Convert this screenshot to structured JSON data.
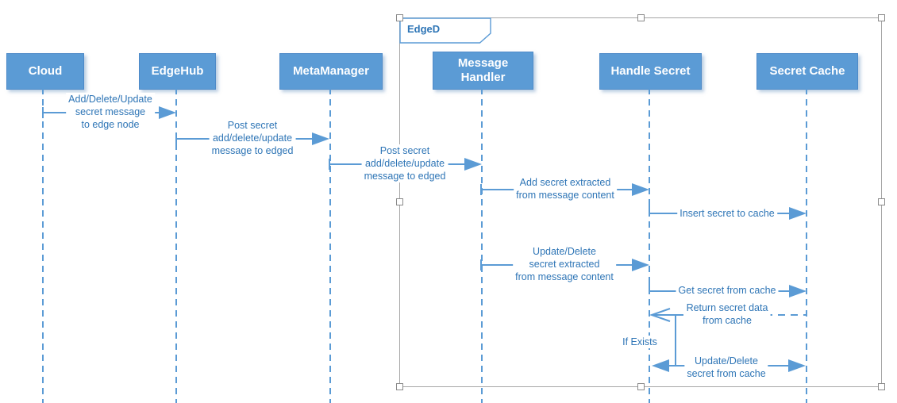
{
  "frame": {
    "label": "EdgeD"
  },
  "actors": [
    {
      "id": "cloud",
      "label": "Cloud"
    },
    {
      "id": "edgehub",
      "label": "EdgeHub"
    },
    {
      "id": "metamanager",
      "label": "MetaManager"
    },
    {
      "id": "message-handler",
      "label": "Message\nHandler"
    },
    {
      "id": "handle-secret",
      "label": "Handle Secret"
    },
    {
      "id": "secret-cache",
      "label": "Secret Cache"
    }
  ],
  "messages": [
    {
      "from": "Cloud",
      "to": "EdgeHub",
      "style": "solid",
      "label": "Add/Delete/Update\nsecret message\nto edge node"
    },
    {
      "from": "EdgeHub",
      "to": "MetaManager",
      "style": "solid",
      "label": "Post secret\nadd/delete/update\nmessage to edged"
    },
    {
      "from": "MetaManager",
      "to": "Message Handler",
      "style": "solid",
      "label": "Post secret\nadd/delete/update\nmessage to edged"
    },
    {
      "from": "Message Handler",
      "to": "Handle Secret",
      "style": "solid",
      "label": "Add secret extracted\nfrom message content"
    },
    {
      "from": "Handle Secret",
      "to": "Secret Cache",
      "style": "solid",
      "label": "Insert secret to cache"
    },
    {
      "from": "Message Handler",
      "to": "Handle Secret",
      "style": "solid",
      "label": "Update/Delete\nsecret extracted\nfrom message content"
    },
    {
      "from": "Handle Secret",
      "to": "Secret Cache",
      "style": "solid",
      "label": "Get secret from cache"
    },
    {
      "from": "Secret Cache",
      "to": "Handle Secret",
      "style": "dashed-return",
      "label": "Return secret data\nfrom cache"
    },
    {
      "from": "Handle Secret",
      "to": "Secret Cache",
      "style": "solid-two-headed",
      "label": "Update/Delete\nsecret from cache"
    }
  ],
  "condition": {
    "label": "If Exists"
  },
  "colors": {
    "actor_fill": "#5b9bd5",
    "actor_border": "#4e8ac8",
    "line": "#5b9bd5",
    "message_text": "#2e75b6",
    "frame_border": "#a6a6a6"
  }
}
